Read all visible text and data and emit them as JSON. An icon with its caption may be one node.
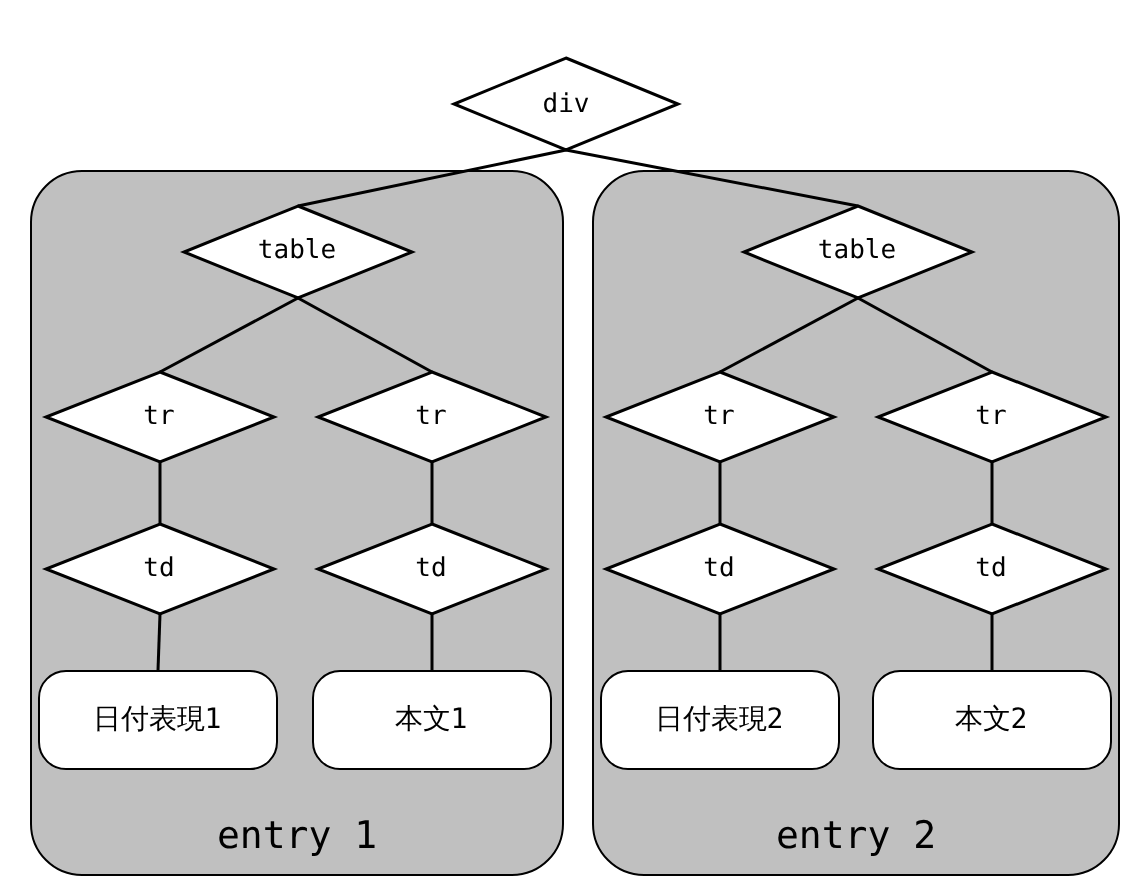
{
  "diagram": {
    "nodes": [
      {
        "text": [
          "div"
        ]
      },
      {
        "text": [
          "entry 1"
        ]
      },
      {
        "text": [
          "table"
        ],
        "in": 1
      },
      {
        "text": [
          "tr"
        ],
        "in": 1
      },
      {
        "text": [
          "td"
        ],
        "in": 1
      },
      {
        "text": [
          "日付表現1"
        ],
        "in": 1
      },
      {
        "text": [
          "tr"
        ],
        "in": 1
      },
      {
        "text": [
          "td"
        ],
        "in": 1
      },
      {
        "text": [
          "本文1"
        ],
        "in": 1
      },
      {
        "text": [
          "entry 2"
        ]
      },
      {
        "text": [
          "table"
        ],
        "in": 9
      },
      {
        "text": [
          "tr"
        ],
        "in": 9
      },
      {
        "text": [
          "td"
        ],
        "in": 9
      },
      {
        "text": [
          "日付表現2"
        ],
        "in": 9
      },
      {
        "text": [
          "tr"
        ],
        "in": 9
      },
      {
        "text": [
          "td"
        ],
        "in": 9
      },
      {
        "text": [
          "本文2"
        ],
        "in": 9
      }
    ],
    "edges": [
      {
        "from": 0,
        "to": 2,
        "arrow": "none"
      },
      {
        "from": 0,
        "to": 10,
        "arrow": "none"
      },
      {
        "from": 2,
        "to": 3,
        "arrow": "none"
      },
      {
        "from": 2,
        "to": 6,
        "arrow": "none"
      },
      {
        "from": 3,
        "to": 4,
        "arrow": "none"
      },
      {
        "from": 4,
        "to": 5,
        "arrow": "none"
      },
      {
        "from": 6,
        "to": 7,
        "arrow": "none"
      },
      {
        "from": 7,
        "to": 8,
        "arrow": "none"
      },
      {
        "from": 10,
        "to": 11,
        "arrow": "none"
      },
      {
        "from": 10,
        "to": 14,
        "arrow": "none"
      },
      {
        "from": 11,
        "to": 12,
        "arrow": "none"
      },
      {
        "from": 12,
        "to": 13,
        "arrow": "none"
      },
      {
        "from": 14,
        "to": 15,
        "arrow": "none"
      },
      {
        "from": 15,
        "to": 16,
        "arrow": "none"
      }
    ]
  }
}
